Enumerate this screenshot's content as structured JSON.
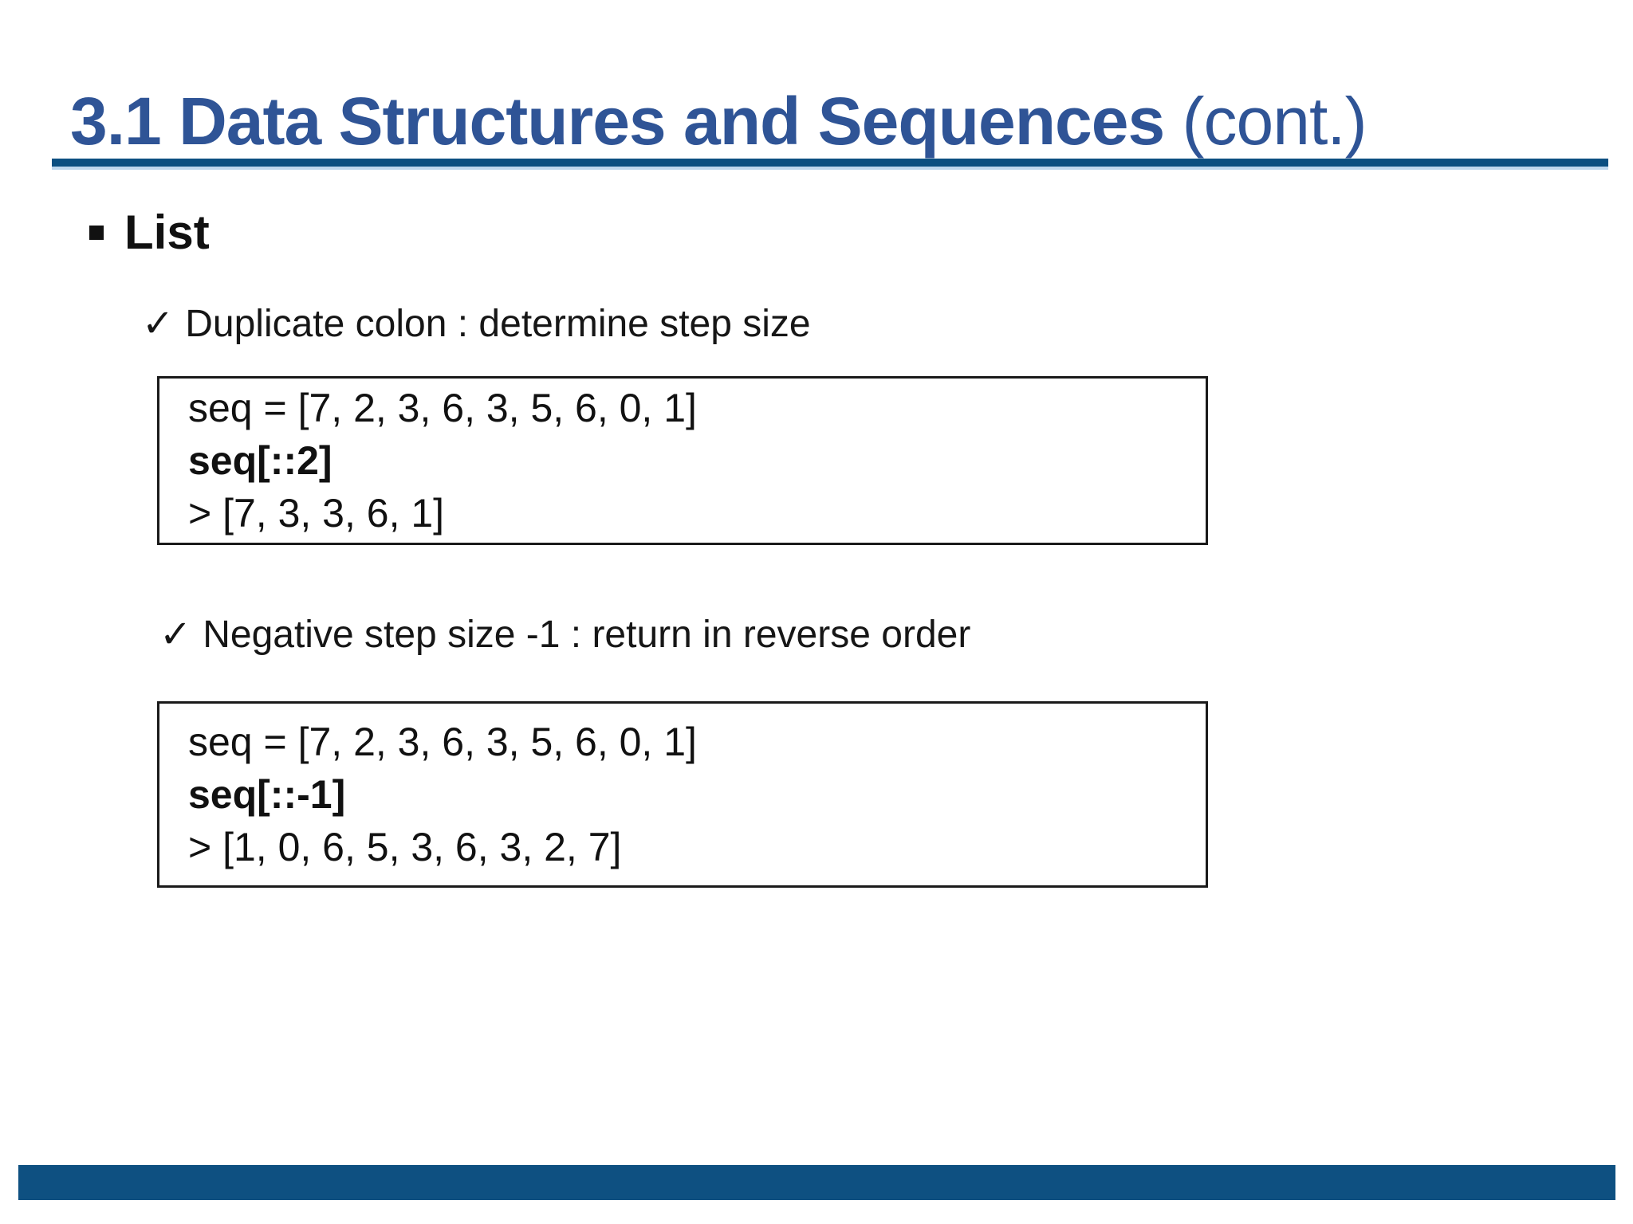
{
  "slide": {
    "title": {
      "main": "3.1 Data Structures and Sequences",
      "suffix": " (cont.)"
    },
    "list": {
      "label": "List"
    },
    "sections": [
      {
        "check": "✓",
        "text": "Duplicate colon : determine step size",
        "code": {
          "line1": "seq = [7, 2, 3, 6, 3, 5, 6, 0, 1]",
          "line2": "seq[::2]",
          "line3": "> [7, 3, 3, 6, 1]"
        }
      },
      {
        "check": "✓",
        "text": "Negative step size -1 : return in reverse order",
        "code": {
          "line1": "seq = [7, 2, 3, 6, 3, 5, 6, 0, 1]",
          "line2": "seq[::-1]",
          "line3": "> [1, 0, 6, 5, 3, 6, 3, 2, 7]"
        }
      }
    ],
    "colors": {
      "title_blue": "#2F5496",
      "rule_blue": "#0B4F81",
      "rule_accent": "#BDD7EE",
      "footer_blue": "#0E5081",
      "text_black": "#111111"
    }
  }
}
